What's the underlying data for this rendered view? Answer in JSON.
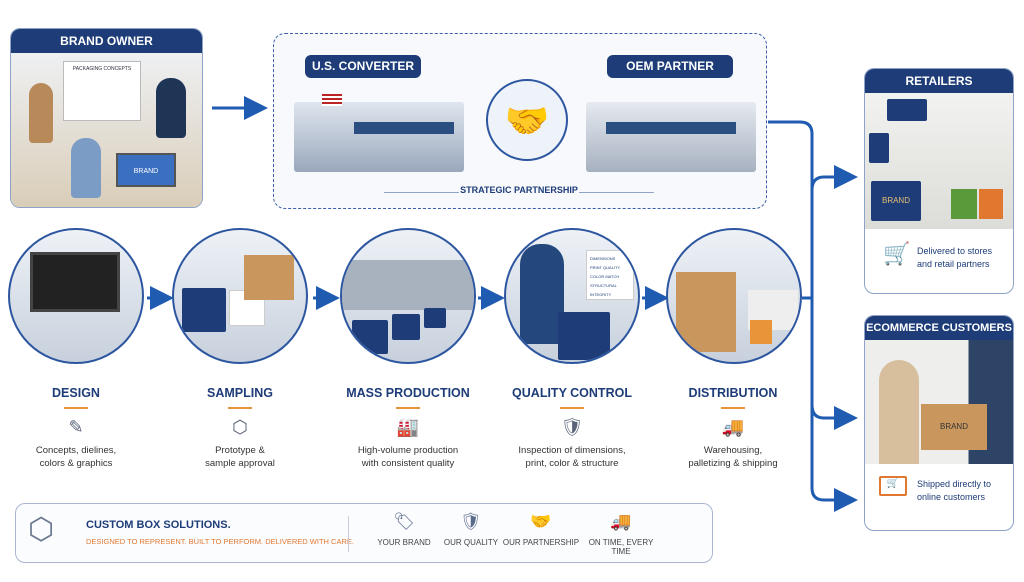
{
  "brand_owner": {
    "title": "BRAND OWNER",
    "board_text": "PACKAGING CONCEPTS",
    "laptop_text": "BRAND"
  },
  "partnership": {
    "converter": "U.S. CONVERTER",
    "oem": "OEM PARTNER",
    "label": "STRATEGIC PARTNERSHIP"
  },
  "steps": [
    {
      "title": "DESIGN",
      "icon": "pencil-note-icon",
      "desc1": "Concepts, dielines,",
      "desc2": "colors & graphics"
    },
    {
      "title": "SAMPLING",
      "icon": "box-icon",
      "desc1": "Prototype &",
      "desc2": "sample approval"
    },
    {
      "title": "MASS PRODUCTION",
      "icon": "factory-icon",
      "desc1": "High-volume production",
      "desc2": "with consistent quality"
    },
    {
      "title": "QUALITY CONTROL",
      "icon": "shield-check-icon",
      "desc1": "Inspection of dimensions,",
      "desc2": "print, color & structure"
    },
    {
      "title": "DISTRIBUTION",
      "icon": "truck-icon",
      "desc1": "Warehousing,",
      "desc2": "palletizing & shipping"
    }
  ],
  "qc_checklist": [
    "DIMENSIONS",
    "PRINT QUALITY",
    "COLOR MATCH",
    "STRUCTURAL INTEGRITY"
  ],
  "box_label": "BRAND",
  "retailers": {
    "title": "RETAILERS",
    "desc1": "Delivered to stores",
    "desc2": "and retail partners"
  },
  "ecommerce": {
    "title": "ECOMMERCE CUSTOMERS",
    "desc1": "Shipped directly to",
    "desc2": "online customers"
  },
  "banner": {
    "title": "CUSTOM BOX SOLUTIONS.",
    "tagline": "DESIGNED TO REPRESENT. BUILT TO PERFORM. DELIVERED WITH CARE.",
    "features": [
      {
        "label": "YOUR BRAND",
        "icon": "tag-icon"
      },
      {
        "label": "OUR QUALITY",
        "icon": "shield-icon"
      },
      {
        "label": "OUR PARTNERSHIP",
        "icon": "handshake-icon"
      },
      {
        "label": "ON TIME, EVERY TIME",
        "icon": "fast-truck-icon"
      }
    ]
  },
  "colors": {
    "navy": "#1d3c78",
    "orange": "#e8953a",
    "arrow": "#1f5bb0"
  }
}
